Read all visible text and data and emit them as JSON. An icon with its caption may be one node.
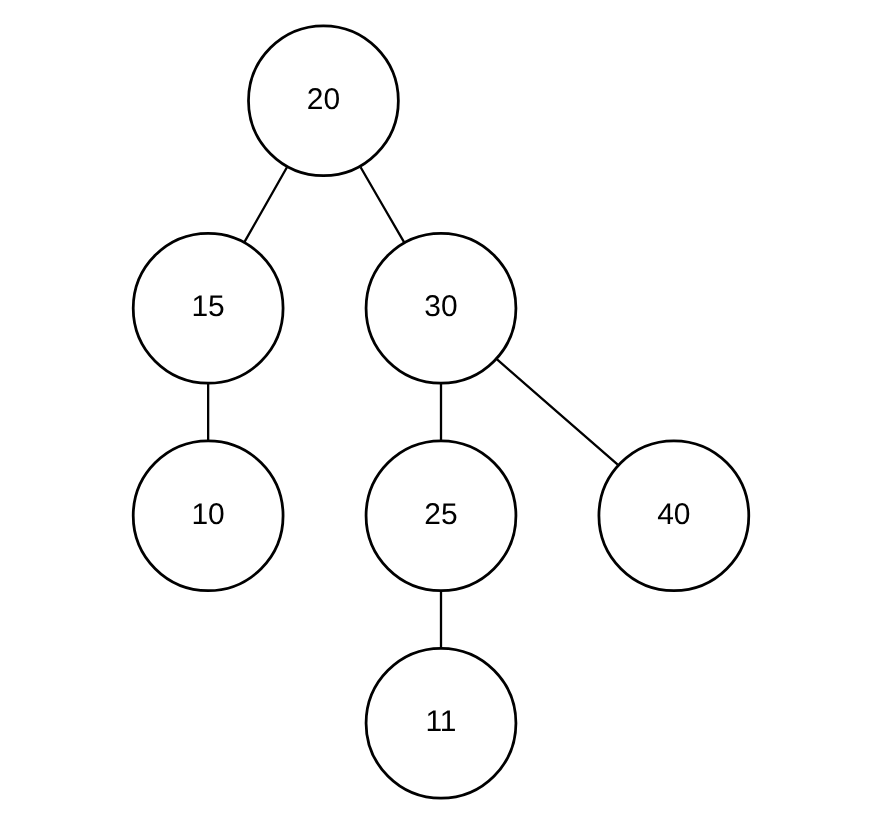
{
  "diagram": {
    "nodes": [
      {
        "text": [
          "20"
        ]
      },
      {
        "text": [
          "15"
        ]
      },
      {
        "text": [
          "30"
        ]
      },
      {
        "text": [
          "10"
        ]
      },
      {
        "text": [
          "25"
        ]
      },
      {
        "text": [
          "40"
        ]
      },
      {
        "text": [
          "11"
        ]
      }
    ],
    "edges": [
      {
        "from": 0,
        "to": 1,
        "arrow": "none"
      },
      {
        "from": 0,
        "to": 2,
        "arrow": "none"
      },
      {
        "from": 1,
        "to": 3,
        "arrow": "none"
      },
      {
        "from": 2,
        "to": 4,
        "arrow": "none"
      },
      {
        "from": 2,
        "to": 5,
        "arrow": "none"
      },
      {
        "from": 4,
        "to": 6,
        "arrow": "none"
      }
    ]
  }
}
